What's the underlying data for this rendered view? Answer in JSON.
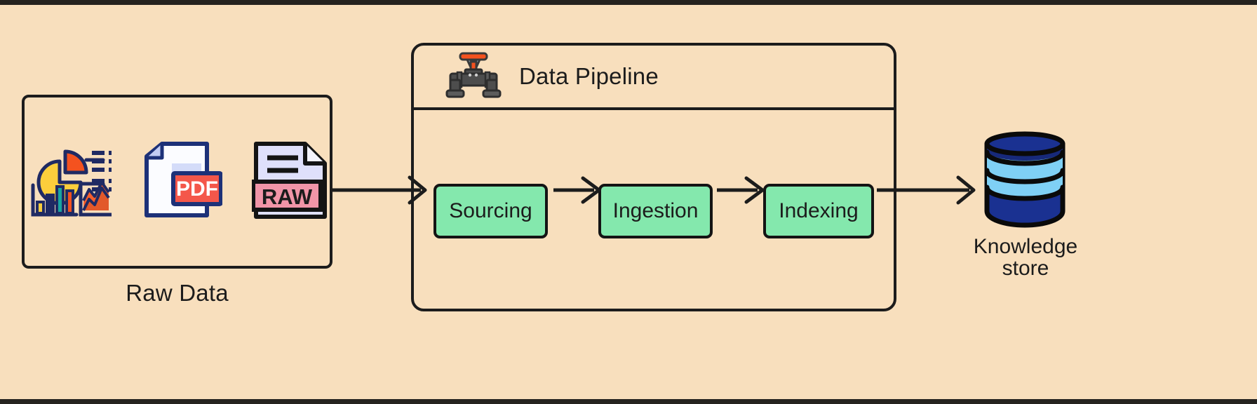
{
  "diagram": {
    "background_color": "#f8dfbd",
    "stroke_color": "#1c1c1c",
    "accent_color": "#84e8ad"
  },
  "raw_data": {
    "label": "Raw Data",
    "icons": [
      {
        "name": "analytics-chart-icon",
        "alt": "pie chart, bar chart and line chart"
      },
      {
        "name": "pdf-file-icon",
        "alt": "PDF document",
        "badge": "PDF"
      },
      {
        "name": "raw-file-icon",
        "alt": "RAW document",
        "badge": "RAW"
      }
    ]
  },
  "pipeline": {
    "title": "Data Pipeline",
    "icon": "pipe-valve-icon",
    "stages": [
      {
        "label": "Sourcing"
      },
      {
        "label": "Ingestion"
      },
      {
        "label": "Indexing"
      }
    ]
  },
  "knowledge_store": {
    "icon": "database-cylinder-icon",
    "label_line1": "Knowledge",
    "label_line2": "store"
  },
  "arrows": [
    {
      "name": "arrow-raw-to-pipeline",
      "from": "Raw Data",
      "to": "Data Pipeline"
    },
    {
      "name": "arrow-sourcing-to-ingestion",
      "from": "Sourcing",
      "to": "Ingestion"
    },
    {
      "name": "arrow-ingestion-to-indexing",
      "from": "Ingestion",
      "to": "Indexing"
    },
    {
      "name": "arrow-pipeline-to-knowledge-store",
      "from": "Data Pipeline",
      "to": "Knowledge store"
    }
  ]
}
